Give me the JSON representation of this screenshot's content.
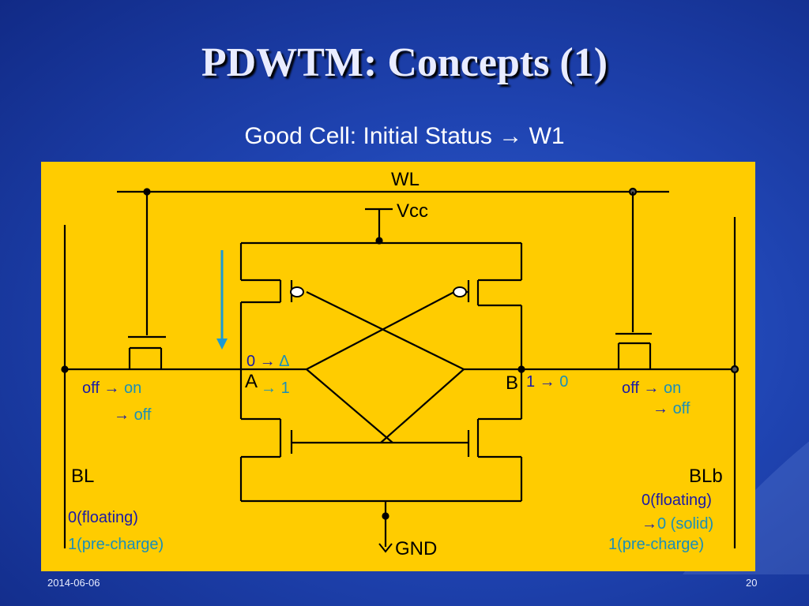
{
  "slide": {
    "title": "PDWTM: Concepts (1)",
    "subtitle": "Good Cell: Initial Status → W1",
    "footer_date": "2014-06-06",
    "page_number": "20"
  },
  "circuit": {
    "wl": "WL",
    "vcc": "Vcc",
    "gnd": "GND",
    "node_a": "A",
    "node_b": "B",
    "bl": "BL",
    "blb": "BLb"
  },
  "annotations": {
    "node_a_from": "0",
    "node_a_to": "Δ",
    "node_a_next": "1",
    "node_b_from": "1",
    "node_b_to": "0",
    "left_access_from": "off",
    "left_access_to": "on",
    "left_access_next": "off",
    "right_access_from": "off",
    "right_access_to": "on",
    "right_access_next": "off",
    "bl_floating": "0(floating)",
    "bl_precharge": "1(pre-charge)",
    "blb_floating": "0(floating)",
    "blb_solid": "0 (solid)",
    "blb_precharge": "1(pre-charge)"
  },
  "colors": {
    "panel": "#ffcc00",
    "annotation_blue": "#1a1aa8",
    "annotation_teal": "#1a8fb8",
    "arrow": "#1a9ad6"
  }
}
